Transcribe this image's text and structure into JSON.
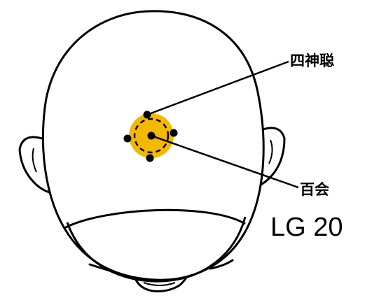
{
  "labels": {
    "upper_point": "四神聪",
    "lower_point": "百会",
    "point_code": "LG 20"
  },
  "colors": {
    "highlight": "#f5b800",
    "ink": "#000000",
    "background": "#ffffff"
  }
}
